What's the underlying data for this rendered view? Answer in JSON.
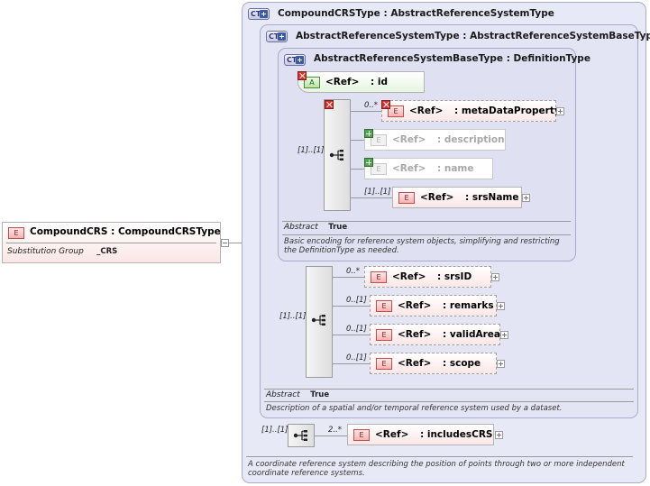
{
  "root_element": {
    "tag": "E",
    "name": "CompoundCRS",
    "type_sep": ":",
    "type": "CompoundCRSType",
    "subst_label": "Substitution Group",
    "subst_value": "_CRS"
  },
  "outer_type": {
    "badge": "CT",
    "title": "CompoundCRSType",
    "sep": ":",
    "base": "AbstractReferenceSystemType",
    "doc": "A coordinate reference system describing the position of points through two or more independent coordinate reference systems."
  },
  "mid_type": {
    "badge": "CT",
    "title": "AbstractReferenceSystemType",
    "sep": ":",
    "base": "AbstractReferenceSystemBaseType",
    "abstract_label": "Abstract",
    "abstract_value": "True",
    "doc": "Description of a spatial and/or temporal reference system used by a dataset."
  },
  "inner_type": {
    "badge": "CT",
    "title": "AbstractReferenceSystemBaseType",
    "sep": ":",
    "base": "DefinitionType",
    "abstract_label": "Abstract",
    "abstract_value": "True",
    "doc": "Basic encoding for reference system objects, simplifying and restricting the DefinitionType as needed."
  },
  "attribute": {
    "tag": "A",
    "ref": "<Ref>",
    "name": ": id"
  },
  "inner_seq": {
    "card": "[1]..[1]",
    "items": [
      {
        "card": "0..*",
        "tag": "E",
        "ref": "<Ref>",
        "name": ": metaDataProperty"
      },
      {
        "card": "",
        "tag": "E",
        "ref": "<Ref>",
        "name": ": description"
      },
      {
        "card": "",
        "tag": "E",
        "ref": "<Ref>",
        "name": ": name"
      },
      {
        "card": "[1]..[1]",
        "tag": "E",
        "ref": "<Ref>",
        "name": ": srsName"
      }
    ]
  },
  "mid_seq": {
    "card": "[1]..[1]",
    "items": [
      {
        "card": "0..*",
        "tag": "E",
        "ref": "<Ref>",
        "name": ": srsID"
      },
      {
        "card": "0..[1]",
        "tag": "E",
        "ref": "<Ref>",
        "name": ": remarks"
      },
      {
        "card": "0..[1]",
        "tag": "E",
        "ref": "<Ref>",
        "name": ": validArea"
      },
      {
        "card": "0..[1]",
        "tag": "E",
        "ref": "<Ref>",
        "name": ": scope"
      }
    ]
  },
  "outer_seq": {
    "card": "[1]..[1]",
    "items": [
      {
        "card": "2..*",
        "tag": "E",
        "ref": "<Ref>",
        "name": ": includesCRS"
      }
    ]
  },
  "colors": {
    "type_box_bg": "#e8e9f6",
    "type_box_border": "#a9acc9",
    "element_fill": "#fbe6e6",
    "element_tag_border": "#c0504d",
    "attribute_fill": "#e6f5e0"
  }
}
